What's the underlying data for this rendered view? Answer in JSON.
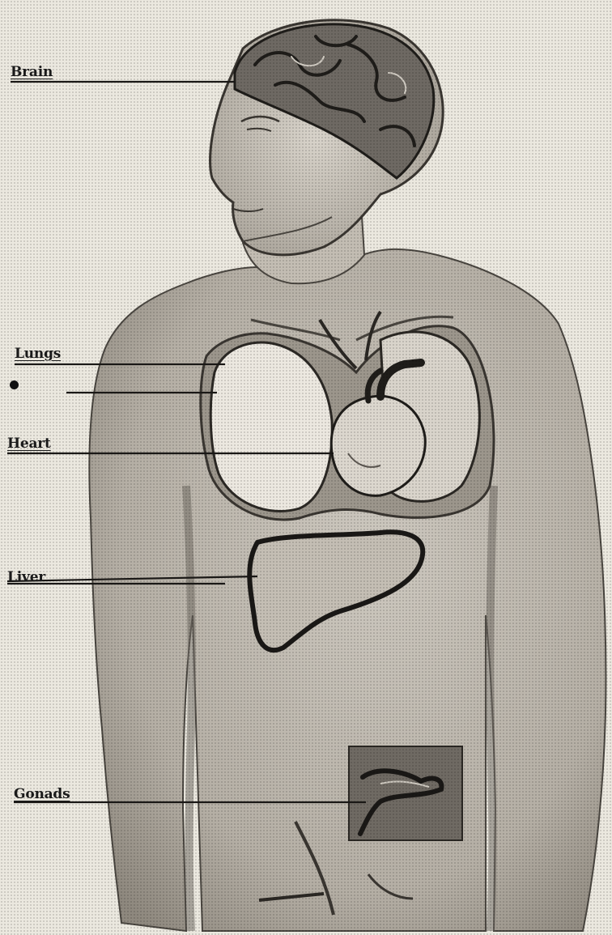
{
  "labels": {
    "brain": "Brain",
    "lungs": "Lungs",
    "heart": "Heart",
    "liver": "Liver",
    "gonads": "Gonads"
  },
  "colors": {
    "paper": "#ebe8df",
    "skin": "#bdb7ad",
    "skin_shadow": "#8f897f",
    "outline": "#2b2824",
    "organ_light": "#e6e2da",
    "organ_dark": "#5c5751",
    "brain": "#6e6963"
  }
}
